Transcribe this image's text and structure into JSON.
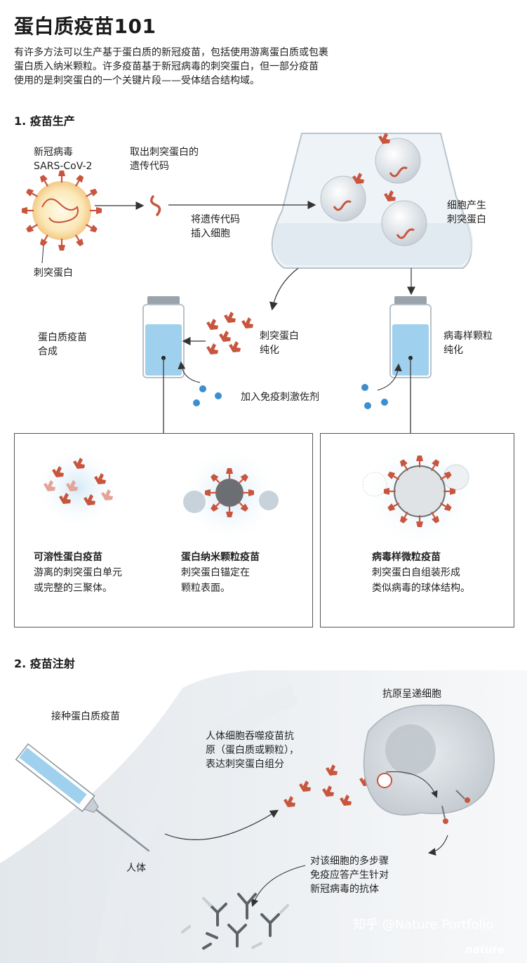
{
  "title": "蛋白质疫苗101",
  "intro": [
    "有许多方法可以生产基于蛋白质的新冠疫苗，包括使用游离蛋白质或包裹",
    "蛋白质入纳米颗粒。许多疫苗基于新冠病毒的刺突蛋白，但一部分疫苗",
    "使用的是刺突蛋白的一个关键片段——受体结合结构域。"
  ],
  "section1": {
    "heading": "1. 疫苗生产",
    "virus_label_1": "新冠病毒",
    "virus_label_2": "SARS-CoV-2",
    "spike_label": "刺突蛋白",
    "extract_label_1": "取出刺突蛋白的",
    "extract_label_2": "遗传代码",
    "insert_label_1": "将遗传代码",
    "insert_label_2": "插入细胞",
    "cell_label_1": "细胞产生",
    "cell_label_2": "刺突蛋白",
    "protein_vaccine_1": "蛋白质疫苗",
    "protein_vaccine_2": "合成",
    "purify_label_1": "刺突蛋白",
    "purify_label_2": "纯化",
    "vlp_purify_1": "病毒样颗粒",
    "vlp_purify_2": "纯化",
    "adjuvant_label": "加入免疫刺激佐剂"
  },
  "types": [
    {
      "title": "可溶性蛋白疫苗",
      "desc_1": "游离的刺突蛋白单元",
      "desc_2": "或完整的三聚体。"
    },
    {
      "title": "蛋白纳米颗粒疫苗",
      "desc_1": "刺突蛋白锚定在",
      "desc_2": "颗粒表面。"
    },
    {
      "title": "病毒样微粒疫苗",
      "desc_1": "刺突蛋白自组装形成",
      "desc_2": "类似病毒的球体结构。"
    }
  ],
  "section2": {
    "heading": "2. 疫苗注射",
    "inject_label": "接种蛋白质疫苗",
    "body_label": "人体",
    "apc_label": "抗原呈递细胞",
    "engulf_1": "人体细胞吞噬疫苗抗",
    "engulf_2": "原（蛋白质或颗粒），",
    "engulf_3": "表达刺突蛋白组分",
    "response_1": "对该细胞的多步骤",
    "response_2": "免疫应答产生针对",
    "response_3": "新冠病毒的抗体"
  },
  "watermark": "知乎 @Nature Portfolio",
  "watermark_logo": "nature",
  "colors": {
    "spike": "#c8553d",
    "liquid": "#9fd0ee",
    "adjuvant": "#3b8fd0",
    "outline": "#555555"
  }
}
